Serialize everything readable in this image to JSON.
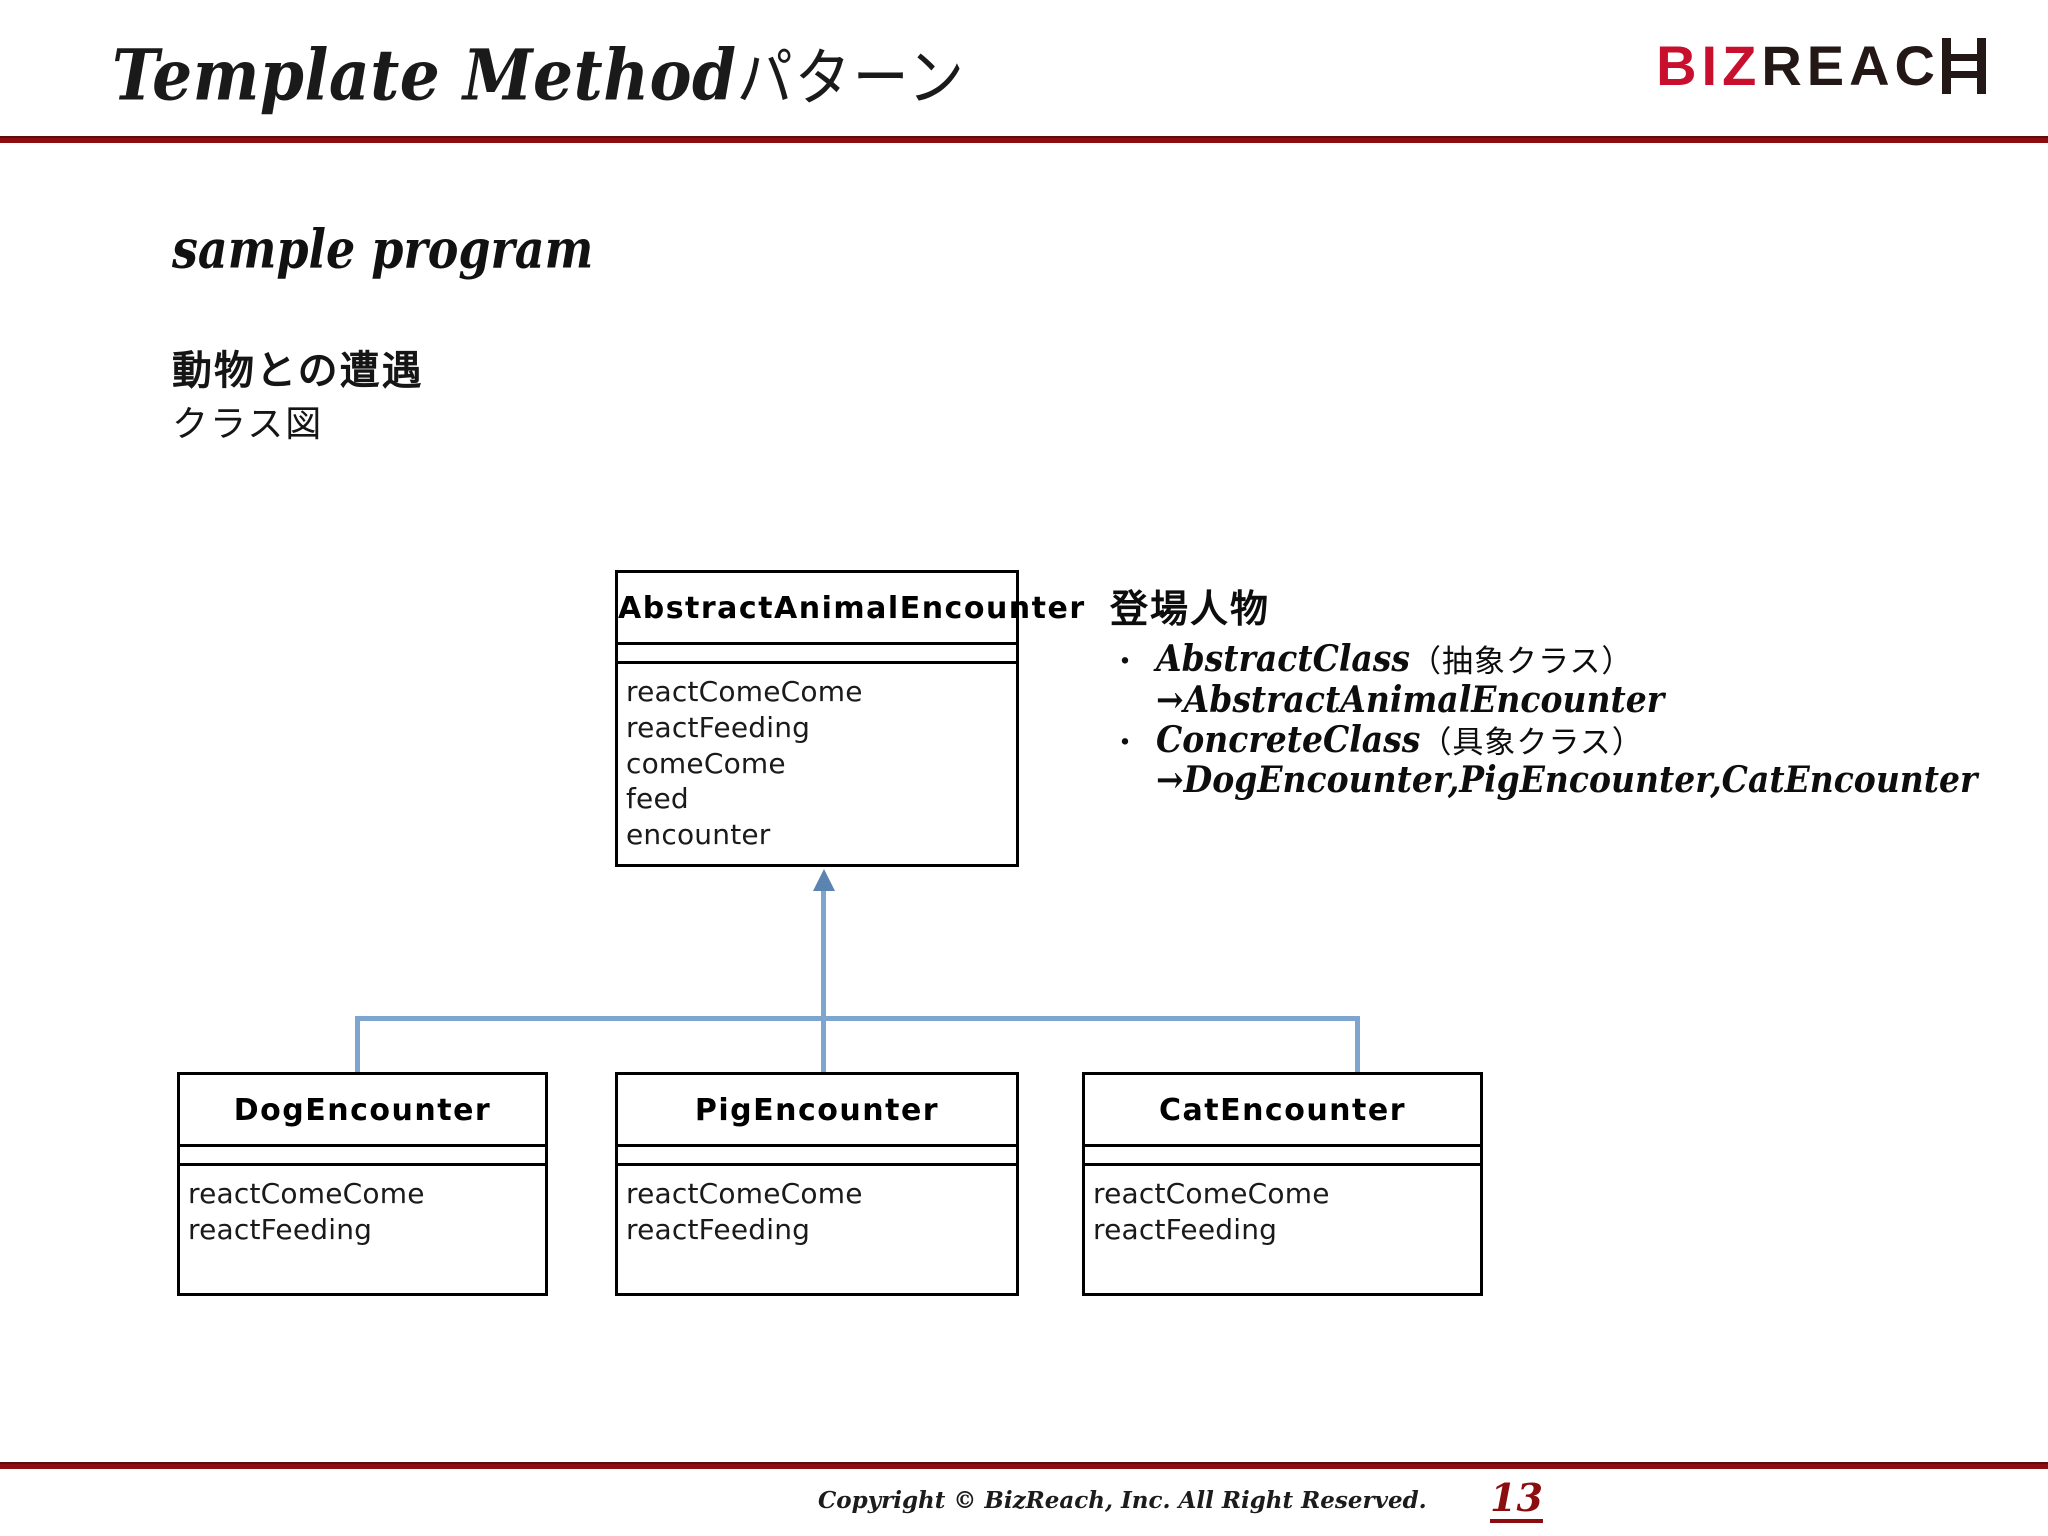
{
  "header": {
    "title_en": "Template Method",
    "title_jp": "パターン",
    "logo": {
      "part_red": "BIZ",
      "part_black": "REAC",
      "mark": "h-logomark"
    }
  },
  "body": {
    "sample_heading": "sample program",
    "sub_heading": "動物との遭遇",
    "sub_heading2": "クラス図"
  },
  "diagram": {
    "parent": {
      "name": "AbstractAnimalEncounter",
      "attributes": [],
      "methods": [
        "reactComeCome",
        "reactFeeding",
        "comeCome",
        "feed",
        "encounter"
      ]
    },
    "children": [
      {
        "name": "DogEncounter",
        "attributes": [],
        "methods": [
          "reactComeCome",
          "reactFeeding"
        ]
      },
      {
        "name": "PigEncounter",
        "attributes": [],
        "methods": [
          "reactComeCome",
          "reactFeeding"
        ]
      },
      {
        "name": "CatEncounter",
        "attributes": [],
        "methods": [
          "reactComeCome",
          "reactFeeding"
        ]
      }
    ],
    "connector_color": "#7ea5cd",
    "relation": "generalization"
  },
  "legend": {
    "title": "登場人物",
    "items": [
      {
        "bullet": "・",
        "term": "AbstractClass",
        "note": "（抽象クラス）",
        "detail_arrow": "→",
        "detail": "AbstractAnimalEncounter"
      },
      {
        "bullet": "・",
        "term": "ConcreteClass",
        "note": "（具象クラス）",
        "detail_arrow": "→",
        "detail": "DogEncounter,PigEncounter,CatEncounter"
      }
    ]
  },
  "footer": {
    "copyright": "Copyright © BizReach, Inc. All Right Reserved.",
    "page_number": "13",
    "accent_color": "#8c0d10"
  }
}
